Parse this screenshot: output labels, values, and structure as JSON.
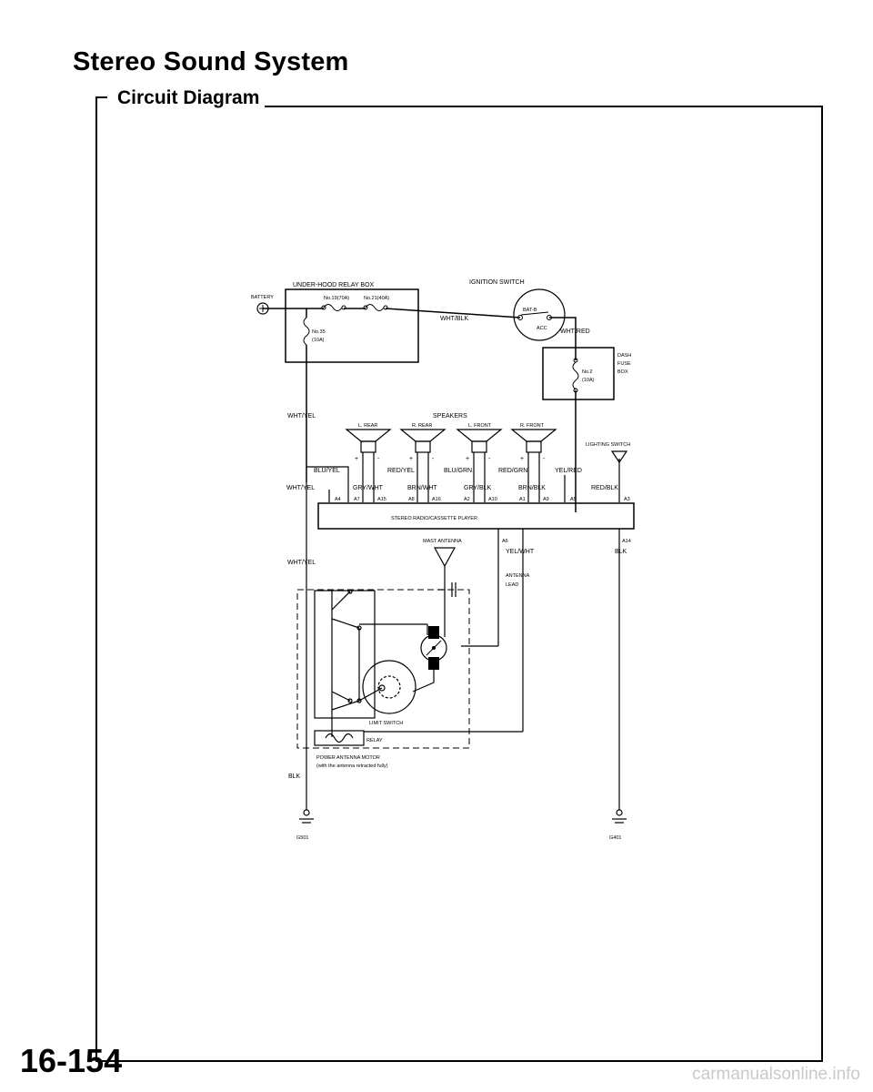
{
  "page": {
    "title": "Stereo Sound System",
    "section": "Circuit Diagram",
    "page_number": "16-154",
    "watermark": "carmanualsonline.info"
  },
  "diagram": {
    "relay_box": {
      "title": "UNDER-HOOD RELAY BOX",
      "fuse_19": "No.19(70A)",
      "fuse_21": "No.21(40A)",
      "fuse_35_no": "No.35",
      "fuse_35_amp": "(10A)"
    },
    "battery": "BATTERY",
    "ignition": {
      "title": "IGNITION SWITCH",
      "bat": "BAT-B",
      "acc": "ACC"
    },
    "dash_fuse": {
      "box_label_1": "DASH",
      "box_label_2": "FUSE",
      "box_label_3": "BOX",
      "fuse_no": "No.2",
      "fuse_amp": "(10A)"
    },
    "speakers": {
      "title": "SPEAKERS",
      "items": [
        "L. REAR",
        "R. REAR",
        "L. FRONT",
        "R. FRONT"
      ]
    },
    "lighting_switch": "LIGHTING SWITCH",
    "wires": {
      "wht_blk": "WHT/BLK",
      "wht_red": "WHT/RED",
      "wht_yel_top": "WHT/YEL",
      "blu_yel": "BLU/YEL",
      "red_yel": "RED/YEL",
      "blu_grn": "BLU/GRN",
      "red_grn": "RED/GRN",
      "yel_red": "YEL/RED",
      "wht_yel_mid": "WHT/YEL",
      "gry_wht": "GRY/WHT",
      "brn_wht": "BRN/WHT",
      "gry_blk": "GRY/BLK",
      "brn_blk": "BRN/BLK",
      "red_blk": "RED/BLK",
      "yel_wht": "YEL/WHT",
      "blk_right": "BLK",
      "wht_yel_low": "WHT/YEL",
      "blk_left": "BLK"
    },
    "pins": [
      "A4",
      "A7",
      "A15",
      "A8",
      "A16",
      "A2",
      "A10",
      "A1",
      "A9",
      "A5",
      "A3"
    ],
    "pin_a6": "A6",
    "pin_a14": "A14",
    "radio": "STEREO RADIO/CASSETTE PLAYER",
    "mast_antenna": "MAST ANTENNA",
    "antenna_lead_1": "ANTENNA",
    "antenna_lead_2": "LEAD",
    "limit_switch": "LIMIT SWITCH",
    "relay": "RELAY",
    "motor_1": "POWER ANTENNA MOTOR",
    "motor_2": "(with the antenna retracted fully)",
    "ground_left": "G501",
    "ground_right": "G401"
  }
}
